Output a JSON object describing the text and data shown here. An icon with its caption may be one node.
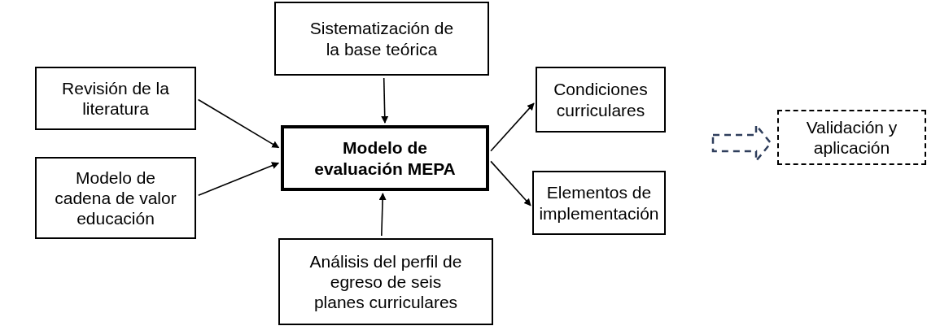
{
  "diagram": {
    "nodes": [
      {
        "text": [
          "Sistematización de la base teórica"
        ]
      },
      {
        "text": [
          "Revisión de la literatura"
        ]
      },
      {
        "text": [
          "Modelo de cadena de valor educación"
        ]
      },
      {
        "text": [
          "Modelo de evaluación MEPA"
        ]
      },
      {
        "text": [
          "Condiciones curriculares"
        ]
      },
      {
        "text": [
          "Elementos de implementación"
        ]
      },
      {
        "text": [
          "Análisis del perfil de egreso de seis planes curriculares"
        ]
      },
      {
        "text": [
          "Validación y aplicación"
        ]
      }
    ],
    "edges": [
      {
        "from": 0,
        "to": 3,
        "arrow": "to"
      },
      {
        "from": 1,
        "to": 3,
        "arrow": "to"
      },
      {
        "from": 2,
        "to": 3,
        "arrow": "to"
      },
      {
        "from": 6,
        "to": 3,
        "arrow": "to"
      },
      {
        "from": 3,
        "to": 4,
        "arrow": "to"
      },
      {
        "from": 3,
        "to": 5,
        "arrow": "to"
      },
      {
        "from": null,
        "to": 7,
        "arrow": "to",
        "style": "dashed",
        "color": "#2f3e5c"
      }
    ]
  }
}
